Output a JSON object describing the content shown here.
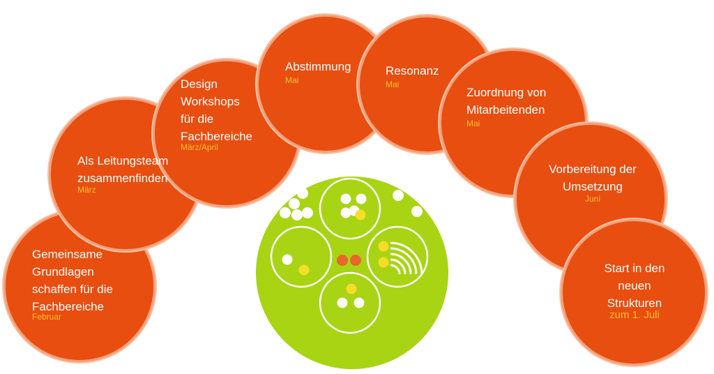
{
  "steps": [
    {
      "label": "Gemeinsame Grundlagen schaffen für die Fachbereiche",
      "lines": [
        "Gemeinsame",
        "Grundlagen",
        "schaffen für die",
        "Fachbereiche"
      ],
      "date": "Februar"
    },
    {
      "label": "Als Leitungsteam zusammenfinden",
      "lines": [
        "Als Leitungsteam",
        "zusammenfinden"
      ],
      "date": "März"
    },
    {
      "label": "Design Workshops für die Fachbereiche",
      "lines": [
        "Design",
        "Workshops",
        "für die",
        "Fachbereiche"
      ],
      "date": "März/April"
    },
    {
      "label": "Abstimmung",
      "lines": [
        "Abstimmung"
      ],
      "date": "Mai"
    },
    {
      "label": "Resonanz",
      "lines": [
        "Resonanz"
      ],
      "date": "Mai"
    },
    {
      "label": "Zuordnung von Mitarbeitenden",
      "lines": [
        "Zuordnung von",
        "Mitarbeitenden"
      ],
      "date": "Mai"
    },
    {
      "label": "Vorbereitung der Umsetzung",
      "lines": [
        "Vorbereitung der",
        "Umsetzung"
      ],
      "date": "Juni"
    },
    {
      "label": "Start in den neuen Strukturen",
      "lines": [
        "Start in den",
        "neuen",
        "Strukturen"
      ],
      "date": "zum 1. Juli"
    }
  ],
  "colors": {
    "step_fill": "#e84e0f",
    "step_text": "#ffffff",
    "date_text": "#fbc02d",
    "center_fill": "#a8d414",
    "dot_white": "#ffffff",
    "dot_yellow": "#f5dd2a",
    "dot_orange": "#e8672a"
  }
}
